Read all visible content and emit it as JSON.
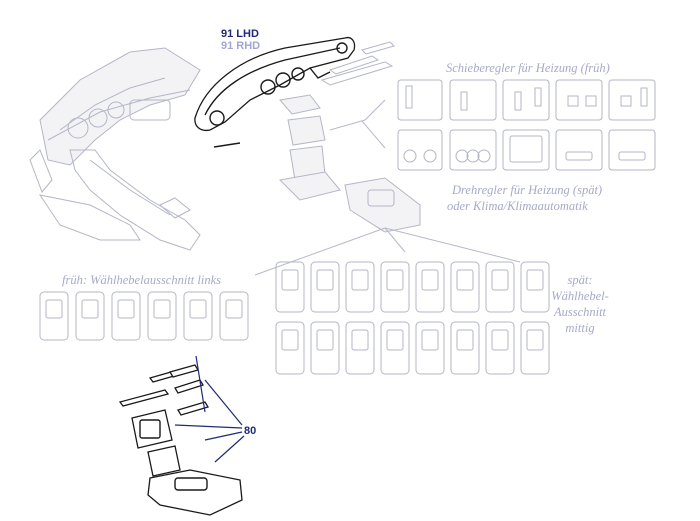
{
  "labels": {
    "lhd": "91 LHD",
    "rhd": "91 RHD",
    "heater_early": "Schieberegler für Heizung (früh)",
    "heater_late_1": "Drehregler für Heizung (spät)",
    "heater_late_2": "oder Klima/Klimaautomatik",
    "selector_early": "früh: Wählhebelausschnitt links",
    "selector_late_1": "spät:",
    "selector_late_2": "Wählhebel-",
    "selector_late_3": "Ausschnitt",
    "selector_late_4": "mittig",
    "part_number": "80"
  },
  "colors": {
    "lhd": "#1f2a78",
    "rhd": "#a3a6cf",
    "ghost_text": "#a7a9c9",
    "part_number": "#1f2a78"
  }
}
